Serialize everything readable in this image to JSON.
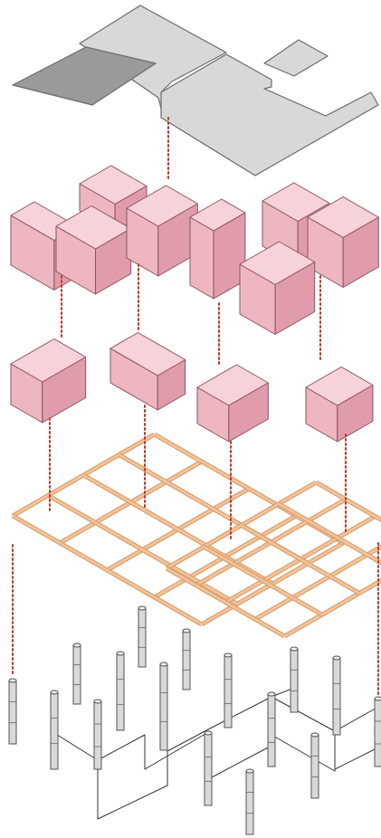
{
  "colors": {
    "roof_fill": "#d8d8d8",
    "roof_shadow": "#9a9a9a",
    "block_top": "#f7d2d8",
    "block_side_light": "#eeb6c0",
    "block_side_dark": "#e09cab",
    "grid_bar": "#f1c39a",
    "grid_edge": "#d89a65",
    "column_fill": "#d9d9d9",
    "connector": "#c0392b",
    "ground_line": "#333333"
  },
  "layers": [
    "roof-plates",
    "upper-volume-cluster",
    "detached-volumes",
    "timber-grid",
    "column-foundation"
  ],
  "icons": {
    "connector": "dotted-vertical-line",
    "block": "isometric-box",
    "column": "cylinder"
  }
}
